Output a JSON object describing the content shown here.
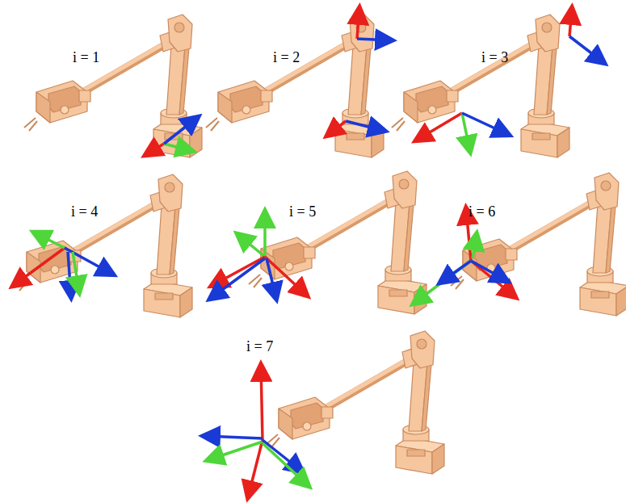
{
  "diagram": {
    "labels": [
      "i = 1",
      "i = 2",
      "i = 3",
      "i = 4",
      "i = 5",
      "i = 6",
      "i = 7"
    ]
  }
}
